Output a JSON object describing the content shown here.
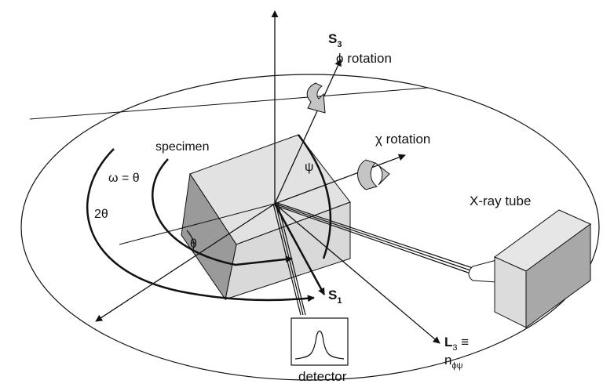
{
  "labels": {
    "s3_main": "S",
    "s3_sub": "3",
    "phi_rotation": "ϕ rotation",
    "chi_rotation": "χ rotation",
    "specimen": "specimen",
    "omega_theta": "ω = θ",
    "two_theta": "2θ",
    "psi": "ψ",
    "theta": "θ",
    "xray_tube": "X-ray tube",
    "s1_main": "S",
    "s1_sub": "1",
    "l3_main": "L",
    "l3_sub": "3",
    "l3_equiv": " ≡",
    "n_main": "n",
    "n_sub": "ϕψ",
    "detector": "detector"
  },
  "colors": {
    "line": "#111111",
    "block_top": "#e2e2e2",
    "block_front": "#d9d9d9",
    "block_side": "#9a9a9a",
    "tube_top": "#e6e6e6",
    "tube_front": "#dcdcdc",
    "tube_side": "#a8a8a8",
    "rotation_arrow": "#c4c4c4"
  }
}
